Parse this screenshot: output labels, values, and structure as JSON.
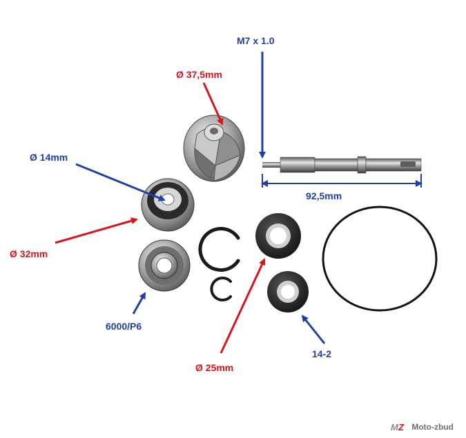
{
  "labels": {
    "thread": "M7 x 1.0",
    "impeller_diameter": "Ø 37,5mm",
    "seal_inner_diameter": "Ø 14mm",
    "shaft_length": "92,5mm",
    "seal_outer_diameter": "Ø 32mm",
    "bearing": "6000/P6",
    "oil_seal_diameter": "Ø 25mm",
    "oil_seal_size": "14-2"
  },
  "watermark": {
    "logo_text": "MZ",
    "text": "Moto-zbud"
  },
  "colors": {
    "dimension_blue": "#1f3fa8",
    "dimension_red": "#d8141b",
    "background": "#ffffff"
  }
}
